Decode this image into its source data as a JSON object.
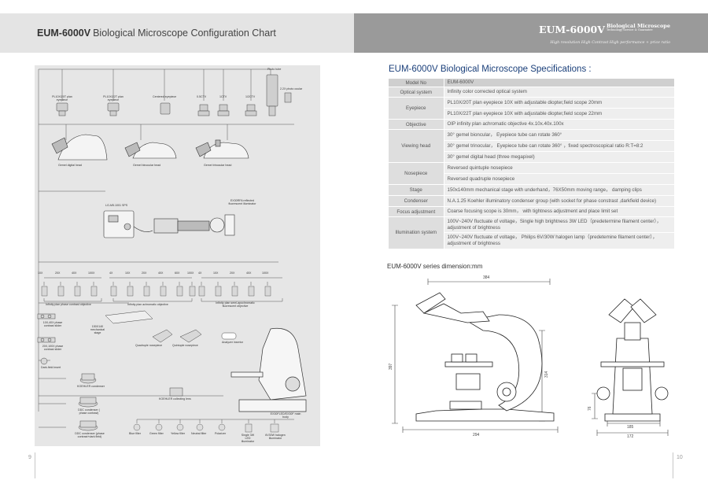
{
  "left_page": {
    "banner": {
      "model": "EUM-6000V",
      "title": "Biological Microscope Configuration Chart"
    },
    "page_number": "9",
    "config_labels": {
      "photo_tube": "Photo tube",
      "photo_ocular": "2.2X photo ocular",
      "eyepiece_20t": "PL10X/20T plan eyepiece",
      "eyepiece_22t": "PL10X/22T plan eyepiece",
      "centered_eyepiece": "Centered eyepiece",
      "ctv_05": "0.5CTV",
      "ctv_1": "1CTV",
      "ctv_05b": "1/2CTV",
      "digital_head": "Gemel digital head",
      "binocular_head": "Gemel binocular head",
      "trinocular_head": "Gemel trinocular head",
      "psu": "LG-M5.1001 SPS",
      "fluor_illuminator": "EX30RFA reflected fluorescent illuminator",
      "obj_group1": "Infinity plan phase contrast objective",
      "obj_group2": "Infinity plan achromatic objective",
      "obj_group3": "Infinity plan semi-apochromatic fluorescent objective",
      "phase_slider1": "10X,40X phase contrast slider",
      "phase_slider2": "20X,100X phase contrast slider",
      "dark_field": "Dark-field insert",
      "koehler_condenser": "KOEHLER condenser",
      "ddc_condenser": "DDC condenser ( phase contrast)",
      "ddc_condenser2": "DDC condenser (phase contrast+dark field)",
      "mech_stage": "150X140 mechanical stage",
      "quadruple_nosepiece": "Quadruple nosepiece",
      "quintuple_nosepiece": "Quintuple nosepiece",
      "analyzer": "Analyzer insertor",
      "collecting_lens": "KOEHLER collecting lens",
      "main_body": "EX30FLED/EX30F main body",
      "filter_blue": "Blue filter",
      "filter_green": "Green filter",
      "filter_yellow": "Yellow filter",
      "filter_neutral": "Neutral filter",
      "polarizer": "Polarizer",
      "led_illuminator": "Single 3W LED illuminator",
      "halogen_illuminator": "6V30W halogen illuminator"
    },
    "objective_mags": [
      "10X",
      "20X",
      "40X",
      "100X",
      "4X",
      "10X",
      "20X",
      "40X",
      "60X",
      "100X",
      "4X",
      "10X",
      "20X",
      "40X",
      "100X"
    ]
  },
  "right_page": {
    "banner": {
      "model": "EUM-6000V",
      "subtitle_line1": "Biological Microscope",
      "subtitle_line2": "Technology Service & Guarantee",
      "tagline": "High resolution  High Contrast  High performance + price ratio"
    },
    "specs_title": "EUM-6000V Biological Microscope Specifications :",
    "specs": [
      {
        "key": "Model No",
        "values": [
          "EUM-6000V"
        ],
        "header": true
      },
      {
        "key": "Optical system",
        "values": [
          "Infinity color corrected optical system"
        ]
      },
      {
        "key": "Eyepiece",
        "values": [
          "PL10X/20T  plan eyepiece 10X with adjustable diopter,field scope 20mm",
          "PL10X/22T   plan eyepiece 10X with adjustable diopter,field scope 22mm"
        ]
      },
      {
        "key": "Objective",
        "values": [
          "OIP infinity plan achromatic objective 4x.10x.40x.100x"
        ]
      },
      {
        "key": "Viewing head",
        "values": [
          "30°  gemel bioncular， Eyepiece tube can rotate 360°",
          "30°  gemel trinocular， Eyepiece tube can rotate 360° ，fixed spectroscopical ratio R:T=8:2",
          "30°  gemel digital head (three megapixel)"
        ]
      },
      {
        "key": "Nosepiece",
        "values": [
          "Reversed quintuple nosepiece",
          "Reversed quadruple nosepiece"
        ]
      },
      {
        "key": "Stage",
        "values": [
          "150x140mm mechanical stage with underhand，76X50mm moving range， damping clips"
        ]
      },
      {
        "key": "Condenser",
        "values": [
          "N.A.1.25 Koehler illuminatory condenser group (with socket for phase constrast ,darkfield device)"
        ]
      },
      {
        "key": "Focus adjustment",
        "values": [
          "Coarse focusing scope is 30mm， with tightness adjustment and place limit set"
        ]
      },
      {
        "key": "Illumination system",
        "values": [
          "100V~240V fluctuate of voltage，Single high brightness 3W LED（predetermine filament center）， adjustment of brightness",
          "100V~240V fluctuate of voltage， Philips 6V/30W halogen lamp（predetemine filament center）， adjustment of brightness"
        ]
      }
    ],
    "dimension_title": "EUM-6000V  series dimension:mm",
    "dimensions": {
      "top_width": "384",
      "height_left": "397",
      "height_inner": "314",
      "base_width": "294",
      "side_height": "76",
      "side_inner": "185",
      "side_base": "172"
    },
    "page_number": "10"
  }
}
